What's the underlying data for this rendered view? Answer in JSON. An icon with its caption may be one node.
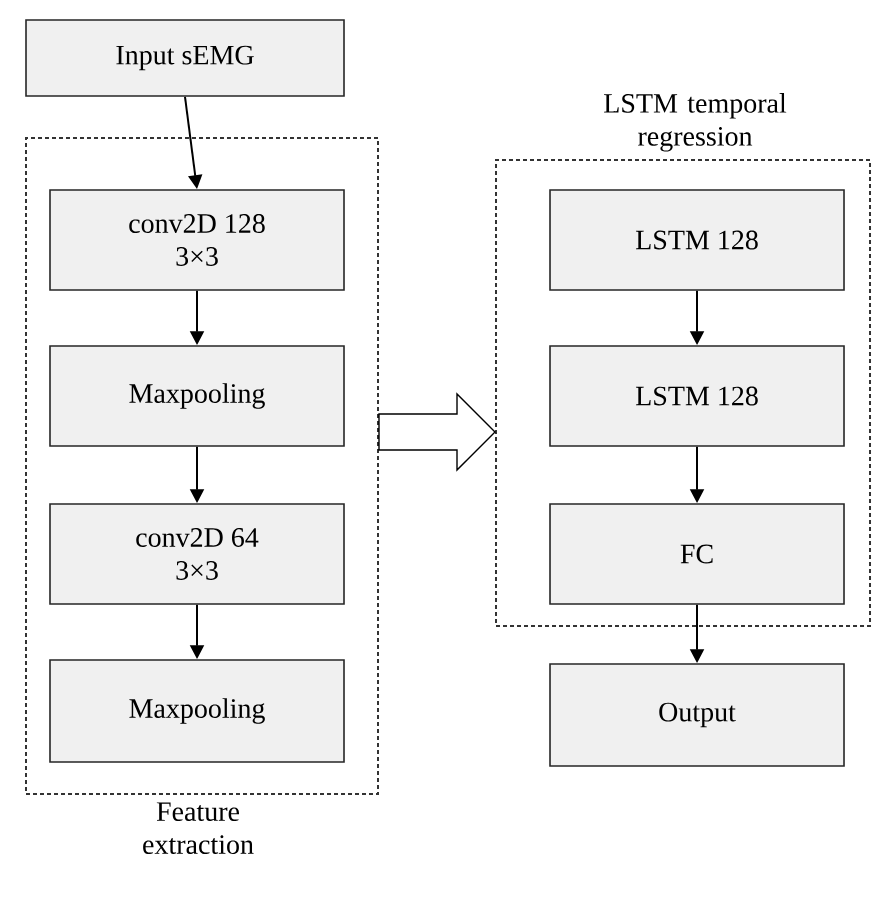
{
  "diagram": {
    "nodes": [
      {
        "text": [
          "Input sEMG"
        ]
      },
      {
        "text": [
          "Feature extraction"
        ]
      },
      {
        "text": [
          "conv2D 128 3×3"
        ],
        "in": 1
      },
      {
        "text": [
          "Maxpooling"
        ],
        "in": 1
      },
      {
        "text": [
          "conv2D 64 3×3"
        ],
        "in": 1
      },
      {
        "text": [
          "Maxpooling"
        ],
        "in": 1
      },
      {
        "text": [
          "LSTM temporal regression"
        ]
      },
      {
        "text": [
          "LSTM 128"
        ],
        "in": 6
      },
      {
        "text": [
          "LSTM 128"
        ],
        "in": 6
      },
      {
        "text": [
          "FC"
        ],
        "in": 6
      },
      {
        "text": [
          "Output"
        ]
      }
    ],
    "edges": [
      {
        "from": 0,
        "to": 2,
        "arrow": "to"
      },
      {
        "from": 2,
        "to": 3,
        "arrow": "to"
      },
      {
        "from": 3,
        "to": 4,
        "arrow": "to"
      },
      {
        "from": 4,
        "to": 5,
        "arrow": "to"
      },
      {
        "from": 1,
        "to": 6,
        "arrow": "to",
        "style": "thick"
      },
      {
        "from": 7,
        "to": 8,
        "arrow": "to"
      },
      {
        "from": 8,
        "to": 9,
        "arrow": "to"
      },
      {
        "from": 9,
        "to": 10,
        "arrow": "to"
      }
    ]
  }
}
